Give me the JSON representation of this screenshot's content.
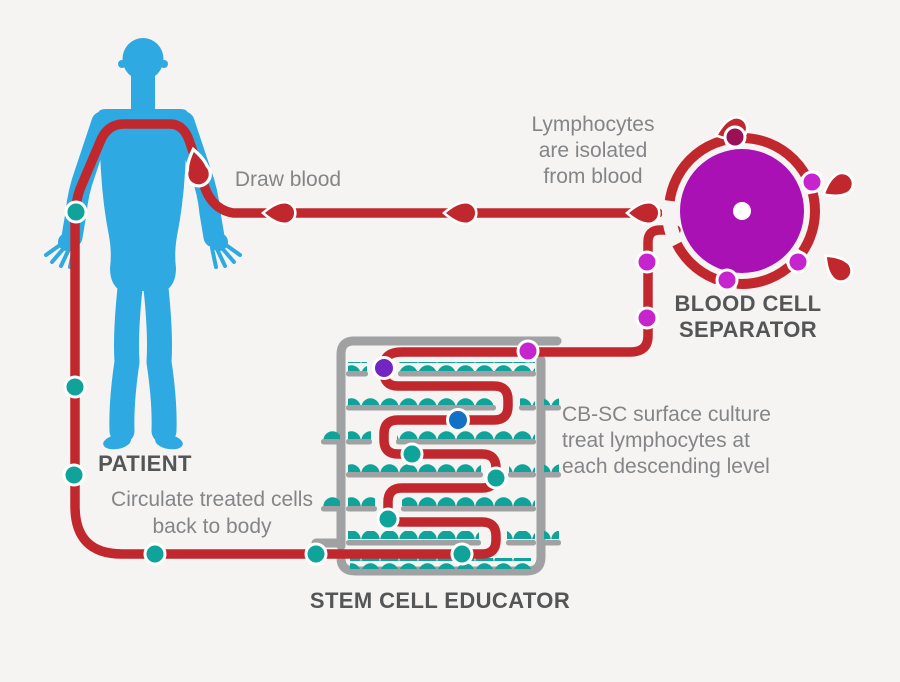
{
  "title": "Stem Cell Educator therapy diagram",
  "colors": {
    "bg": "#F5F4F2",
    "tube-red": "#C1282E",
    "body-blue": "#2FA9E1",
    "separator-purple": "#A911B5",
    "frame-gray": "#9FA1A3",
    "dot-teal": "#0FA39A",
    "dot-blue": "#1470C4",
    "dot-violet": "#7325C4",
    "dot-magenta": "#C524CE",
    "dot-maroon": "#9B1056",
    "text-gray": "#838588",
    "text-dark": "#545557"
  },
  "labels": {
    "draw_blood": "Draw blood",
    "lymphocytes": [
      "Lymphocytes",
      "are isolated",
      "from blood"
    ],
    "separator": [
      "BLOOD CELL",
      "SEPARATOR"
    ],
    "cbsc": [
      "CB-SC surface culture",
      "treat lymphocytes at",
      "each descending level"
    ],
    "patient": "PATIENT",
    "circulate": [
      "Circulate treated cells",
      "back to body"
    ],
    "educator": "STEM CELL EDUCATOR"
  },
  "icons": {
    "blood-drop": "red teardrop shape",
    "tube-droplet": "small teardrop marker on tubing",
    "cell-node": "filled circle with white ring",
    "separator-wheel": "purple disc with red ring and white hub"
  }
}
